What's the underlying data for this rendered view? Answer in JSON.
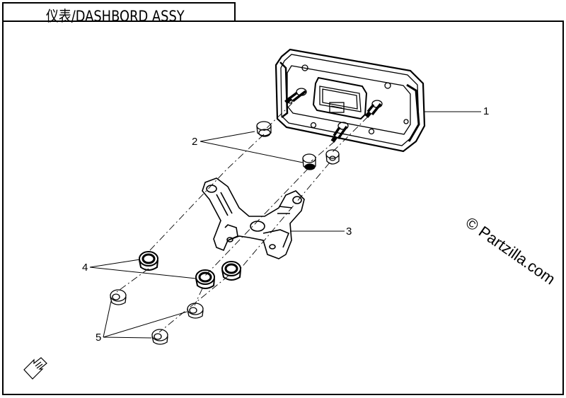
{
  "title": "仪表/DASHBORD ASSY",
  "callouts": [
    {
      "id": "1",
      "label": "1",
      "part": "dashboard-meter"
    },
    {
      "id": "2",
      "label": "2",
      "part": "rubber-grommet"
    },
    {
      "id": "3",
      "label": "3",
      "part": "mounting-bracket"
    },
    {
      "id": "4",
      "label": "4",
      "part": "rubber-damper"
    },
    {
      "id": "5",
      "label": "5",
      "part": "flange-nut"
    }
  ],
  "watermark": "© Partzilla.com",
  "icons": [
    "front-direction-arrow-icon"
  ]
}
